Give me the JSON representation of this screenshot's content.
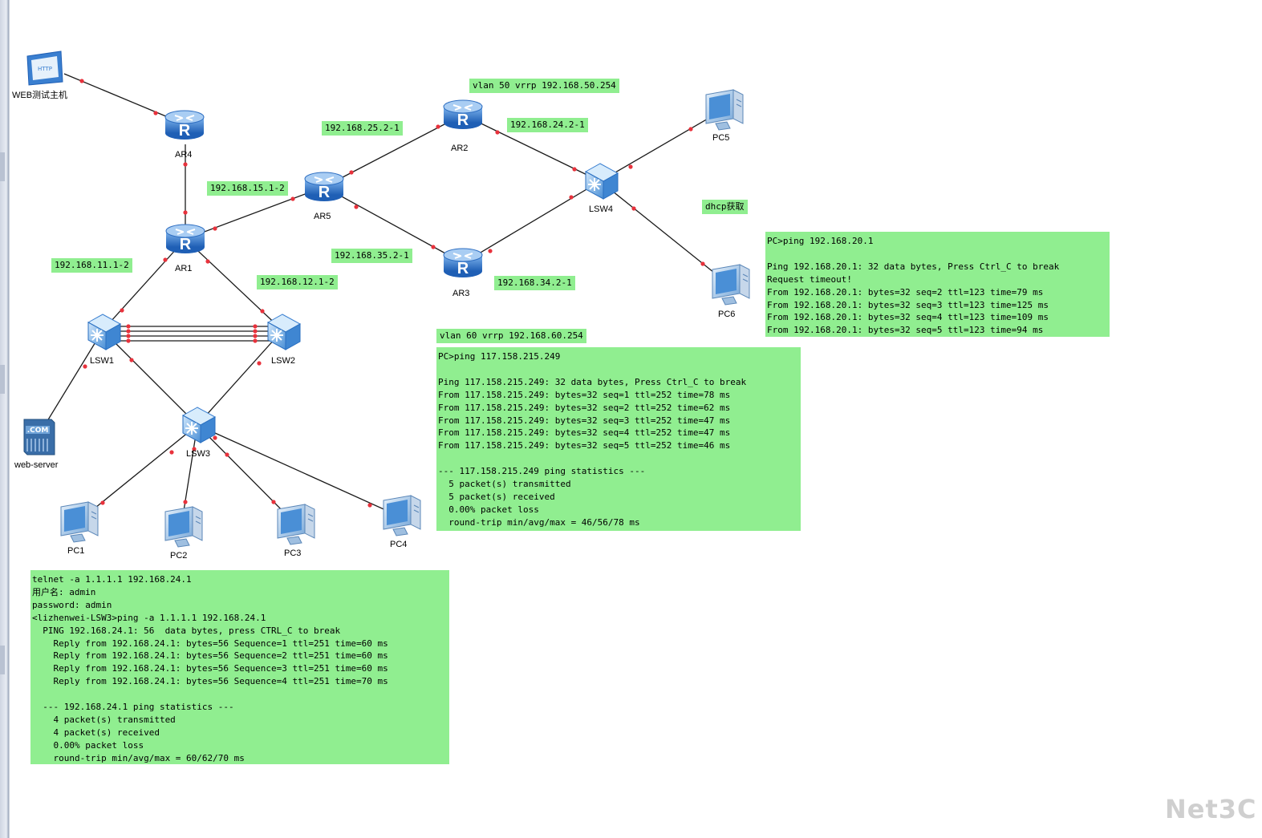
{
  "devices": {
    "web_host": "WEB测试主机",
    "ar4": "AR4",
    "ar1": "AR1",
    "ar5": "AR5",
    "ar2": "AR2",
    "ar3": "AR3",
    "lsw1": "LSW1",
    "lsw2": "LSW2",
    "lsw3": "LSW3",
    "lsw4": "LSW4",
    "web_server": "web-server",
    "web_server_badge": ".COM",
    "pc1": "PC1",
    "pc2": "PC2",
    "pc3": "PC3",
    "pc4": "PC4",
    "pc5": "PC5",
    "pc6": "PC6",
    "http_badge": "HTTP"
  },
  "labels": {
    "vlan50": "vlan 50 vrrp 192.168.50.254",
    "net_25": "192.168.25.2-1",
    "net_24": "192.168.24.2-1",
    "net_15": "192.168.15.1-2",
    "net_11": "192.168.11.1-2",
    "net_12": "192.168.12.1-2",
    "net_35": "192.168.35.2-1",
    "net_34": "192.168.34.2-1",
    "dhcp": "dhcp获取",
    "vlan60": "vlan 60 vrrp 192.168.60.254"
  },
  "terminals": {
    "pc_ping_20": "PC>ping 192.168.20.1\n\nPing 192.168.20.1: 32 data bytes, Press Ctrl_C to break\nRequest timeout!\nFrom 192.168.20.1: bytes=32 seq=2 ttl=123 time=79 ms\nFrom 192.168.20.1: bytes=32 seq=3 ttl=123 time=125 ms\nFrom 192.168.20.1: bytes=32 seq=4 ttl=123 time=109 ms\nFrom 192.168.20.1: bytes=32 seq=5 ttl=123 time=94 ms",
    "pc_ping_117": "PC>ping 117.158.215.249\n\nPing 117.158.215.249: 32 data bytes, Press Ctrl_C to break\nFrom 117.158.215.249: bytes=32 seq=1 ttl=252 time=78 ms\nFrom 117.158.215.249: bytes=32 seq=2 ttl=252 time=62 ms\nFrom 117.158.215.249: bytes=32 seq=3 ttl=252 time=47 ms\nFrom 117.158.215.249: bytes=32 seq=4 ttl=252 time=47 ms\nFrom 117.158.215.249: bytes=32 seq=5 ttl=252 time=46 ms\n\n--- 117.158.215.249 ping statistics ---\n  5 packet(s) transmitted\n  5 packet(s) received\n  0.00% packet loss\n  round-trip min/avg/max = 46/56/78 ms",
    "telnet": "telnet -a 1.1.1.1 192.168.24.1\n用户名: admin\npassword: admin\n<lizhenwei-LSW3>ping -a 1.1.1.1 192.168.24.1\n  PING 192.168.24.1: 56  data bytes, press CTRL_C to break\n    Reply from 192.168.24.1: bytes=56 Sequence=1 ttl=251 time=60 ms\n    Reply from 192.168.24.1: bytes=56 Sequence=2 ttl=251 time=60 ms\n    Reply from 192.168.24.1: bytes=56 Sequence=3 ttl=251 time=60 ms\n    Reply from 192.168.24.1: bytes=56 Sequence=4 ttl=251 time=70 ms\n\n  --- 192.168.24.1 ping statistics ---\n    4 packet(s) transmitted\n    4 packet(s) received\n    0.00% packet loss\n    round-trip min/avg/max = 60/62/70 ms"
  },
  "watermark": "Net3C",
  "colors": {
    "label_bg": "#90ee90",
    "router_blue": "#3a7fd0",
    "link": "#1a1a1a",
    "port_dot": "#e8323c"
  }
}
